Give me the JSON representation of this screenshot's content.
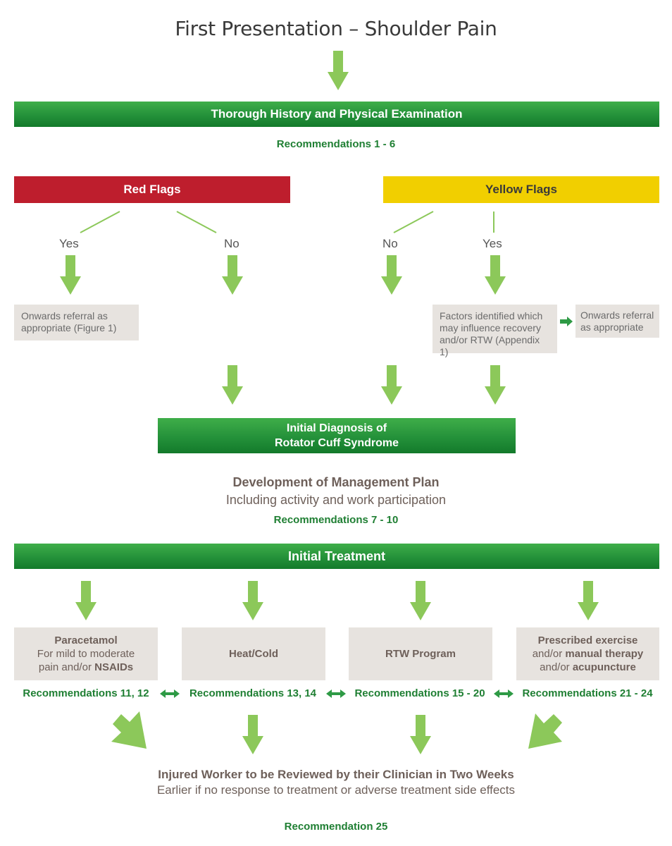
{
  "title": "First Presentation – Shoulder Pain",
  "history_exam": {
    "label": "Thorough History and Physical Examination",
    "recommendations": "Recommendations 1 - 6"
  },
  "red_flags": {
    "label": "Red Flags",
    "yes_label": "Yes",
    "no_label": "No",
    "referral": [
      "Onwards referral as",
      "appropriate (Figure 1)"
    ]
  },
  "yellow_flags": {
    "label": "Yellow Flags",
    "no_label": "No",
    "yes_label": "Yes",
    "factors": [
      "Factors identified which",
      "may influence recovery",
      "and/or RTW (Appendix 1)"
    ],
    "referral": [
      "Onwards referral",
      "as appropriate"
    ]
  },
  "diagnosis": {
    "line1": "Initial Diagnosis of",
    "line2": "Rotator Cuff Syndrome"
  },
  "management": {
    "heading": "Development of Management Plan",
    "subheading": "Including activity and work participation",
    "recommendations": "Recommendations 7 - 10"
  },
  "initial_treatment": {
    "label": "Initial Treatment"
  },
  "treatments": [
    {
      "title": "Paracetamol",
      "line1": "For mild to moderate",
      "line2_prefix": "pain and/or ",
      "line2_bold": "NSAIDs",
      "recommendations": "Recommendations 11, 12"
    },
    {
      "title": "Heat/Cold",
      "recommendations": "Recommendations 13, 14"
    },
    {
      "title": "RTW Program",
      "recommendations": "Recommendations 15 - 20"
    },
    {
      "title": "Prescribed exercise",
      "line1_prefix": "and/or ",
      "line1_bold": "manual therapy",
      "line2_prefix": "and/or ",
      "line2_bold": "acupuncture",
      "recommendations": "Recommendations 21 - 24"
    }
  ],
  "review": {
    "heading": "Injured Worker to be Reviewed by their Clinician in Two Weeks",
    "subheading": "Earlier if no response to treatment or adverse treatment side effects",
    "recommendation": "Recommendation 25"
  },
  "colors": {
    "green_bar": "#24913a",
    "arrow": "#8cc85a",
    "red": "#be1e2d",
    "yellow": "#f1cf00",
    "grey_box": "#e7e3df",
    "rec_text": "#1f7f33"
  }
}
